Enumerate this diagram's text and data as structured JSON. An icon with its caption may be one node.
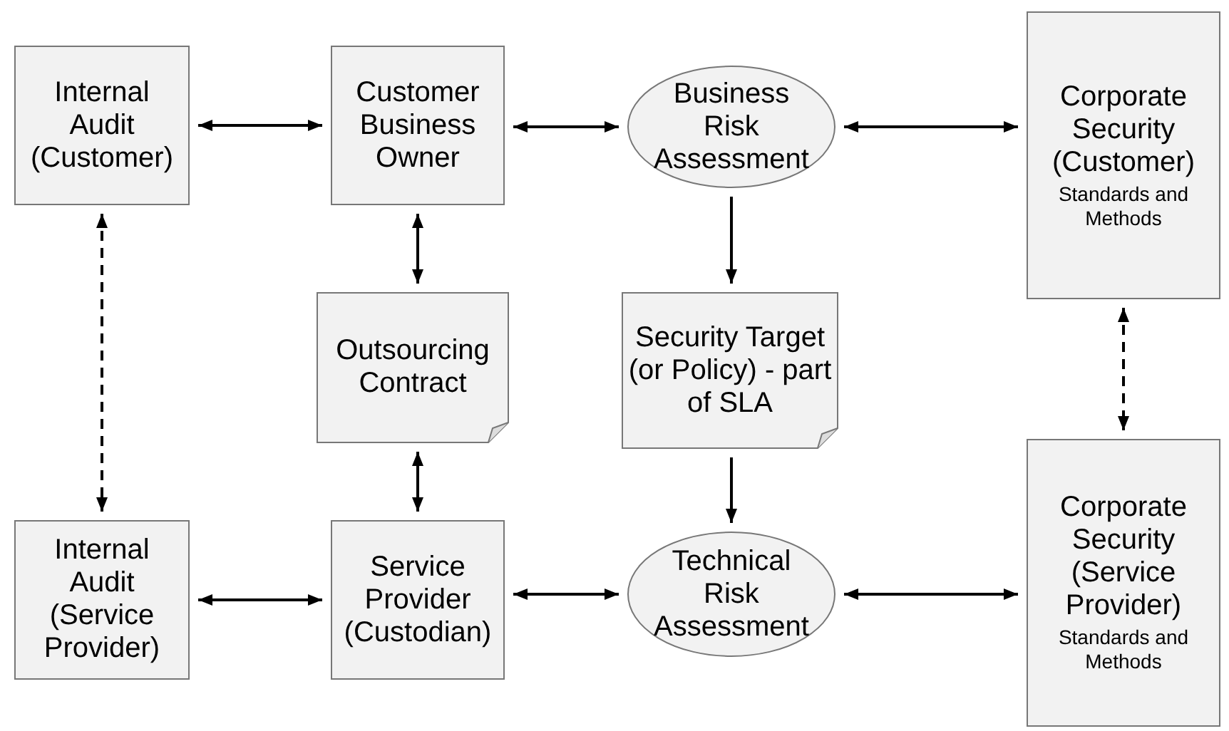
{
  "diagram": {
    "nodes": [
      {
        "text": [
          "Internal Audit (Customer)"
        ]
      },
      {
        "text": [
          "Customer Business Owner"
        ]
      },
      {
        "text": [
          "Business Risk Assessment"
        ]
      },
      {
        "text": [
          "Corporate Security (Customer)",
          "Standards and Methods"
        ]
      },
      {
        "text": [
          "Outsourcing Contract"
        ]
      },
      {
        "text": [
          "Security Target (or Policy) - part of SLA"
        ]
      },
      {
        "text": [
          "Internal Audit (Service Provider)"
        ]
      },
      {
        "text": [
          "Service Provider (Custodian)"
        ]
      },
      {
        "text": [
          "Technical Risk Assessment"
        ]
      },
      {
        "text": [
          "Corporate Security (Service Provider)",
          "Standards and Methods"
        ]
      }
    ],
    "edges": [
      {
        "from": 0,
        "to": 1,
        "arrow": "both"
      },
      {
        "from": 1,
        "to": 2,
        "arrow": "both"
      },
      {
        "from": 2,
        "to": 3,
        "arrow": "both"
      },
      {
        "from": 1,
        "to": 4,
        "arrow": "both"
      },
      {
        "from": 2,
        "to": 5,
        "arrow": "to"
      },
      {
        "from": 0,
        "to": 6,
        "arrow": "both",
        "style": "dashed"
      },
      {
        "from": 4,
        "to": 7,
        "arrow": "both"
      },
      {
        "from": 5,
        "to": 8,
        "arrow": "to"
      },
      {
        "from": 3,
        "to": 9,
        "arrow": "both",
        "style": "dashed"
      },
      {
        "from": 6,
        "to": 7,
        "arrow": "both"
      },
      {
        "from": 7,
        "to": 8,
        "arrow": "both"
      },
      {
        "from": 8,
        "to": 9,
        "arrow": "both"
      }
    ]
  }
}
